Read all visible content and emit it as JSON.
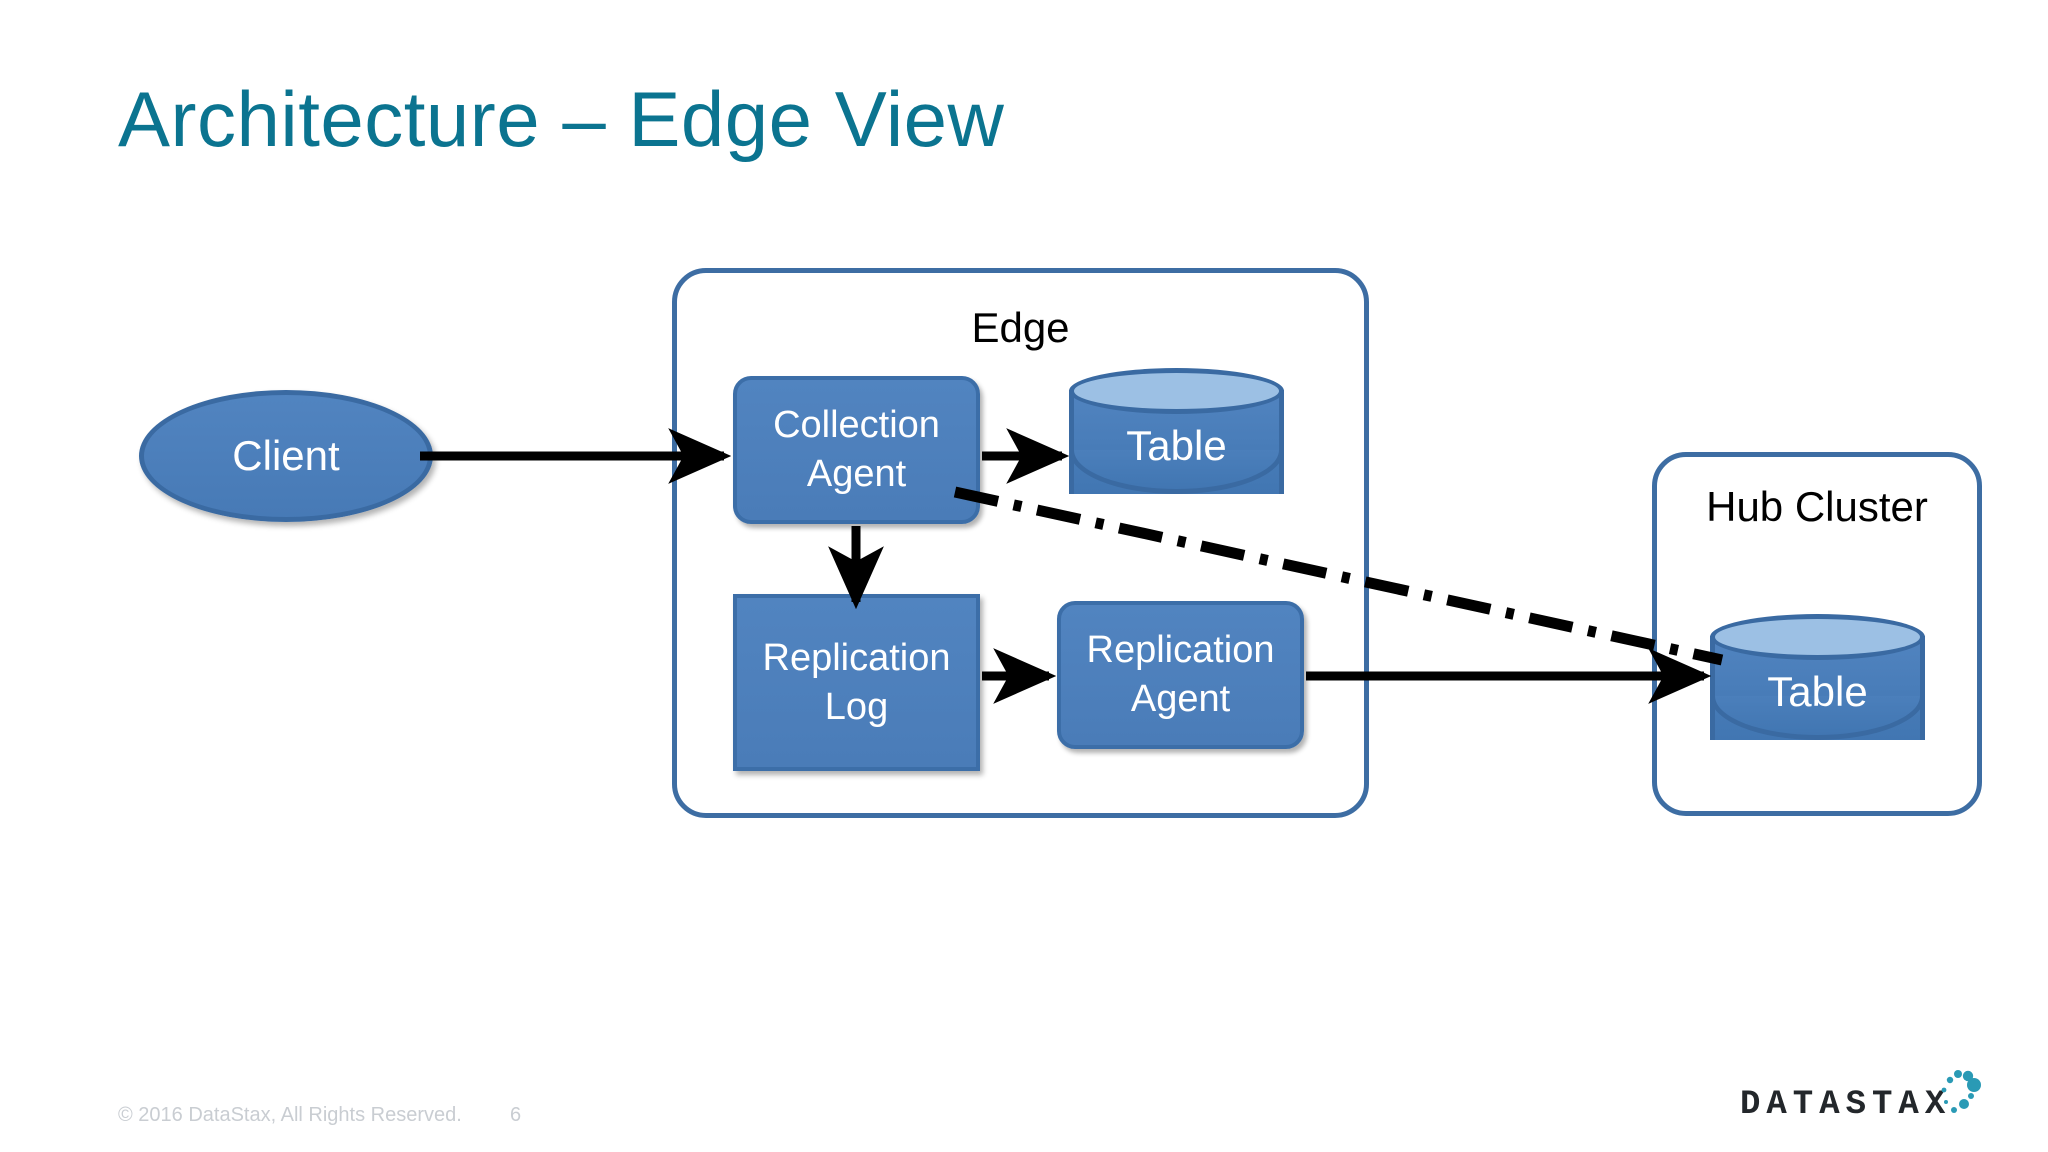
{
  "slide": {
    "title": "Architecture – Edge View",
    "title_color": "#0b7490",
    "background_color": "#ffffff"
  },
  "diagram": {
    "type": "architecture-flow",
    "groups": [
      {
        "id": "edge",
        "label": "Edge"
      },
      {
        "id": "hub",
        "label": "Hub Cluster"
      }
    ],
    "nodes": [
      {
        "id": "client",
        "label": "Client",
        "shape": "ellipse",
        "group": null
      },
      {
        "id": "collection-agent",
        "label_line1": "Collection",
        "label_line2": "Agent",
        "shape": "rounded-rect",
        "group": "edge"
      },
      {
        "id": "edge-table",
        "label": "Table",
        "shape": "cylinder",
        "group": "edge"
      },
      {
        "id": "replication-log",
        "label_line1": "Replication",
        "label_line2": "Log",
        "shape": "rect",
        "group": "edge"
      },
      {
        "id": "replication-agent",
        "label_line1": "Replication",
        "label_line2": "Agent",
        "shape": "rounded-rect",
        "group": "edge"
      },
      {
        "id": "hub-table",
        "label": "Table",
        "shape": "cylinder",
        "group": "hub"
      }
    ],
    "edges": [
      {
        "from": "client",
        "to": "collection-agent",
        "style": "solid",
        "arrow": true
      },
      {
        "from": "collection-agent",
        "to": "edge-table",
        "style": "solid",
        "arrow": true
      },
      {
        "from": "collection-agent",
        "to": "replication-log",
        "style": "solid",
        "arrow": true
      },
      {
        "from": "replication-log",
        "to": "replication-agent",
        "style": "solid",
        "arrow": true
      },
      {
        "from": "replication-agent",
        "to": "hub-table",
        "style": "solid",
        "arrow": true
      },
      {
        "from": "collection-agent",
        "to": "hub-table",
        "style": "dash-dot",
        "arrow": false
      }
    ],
    "colors": {
      "node_fill": "#4f82be",
      "node_border": "#3c6ea8",
      "cylinder_top": "#9cc0e4",
      "group_border": "#3d6da3",
      "connector": "#000000",
      "node_text": "#ffffff",
      "group_label_text": "#000000"
    }
  },
  "footer": {
    "copyright": "© 2016 DataStax, All Rights Reserved.",
    "page_number": "6",
    "text_color": "#c9cdd2"
  },
  "logo": {
    "wordmark": "DATASTAX",
    "accent_color": "#2a9ab5",
    "text_color": "#23272b"
  }
}
